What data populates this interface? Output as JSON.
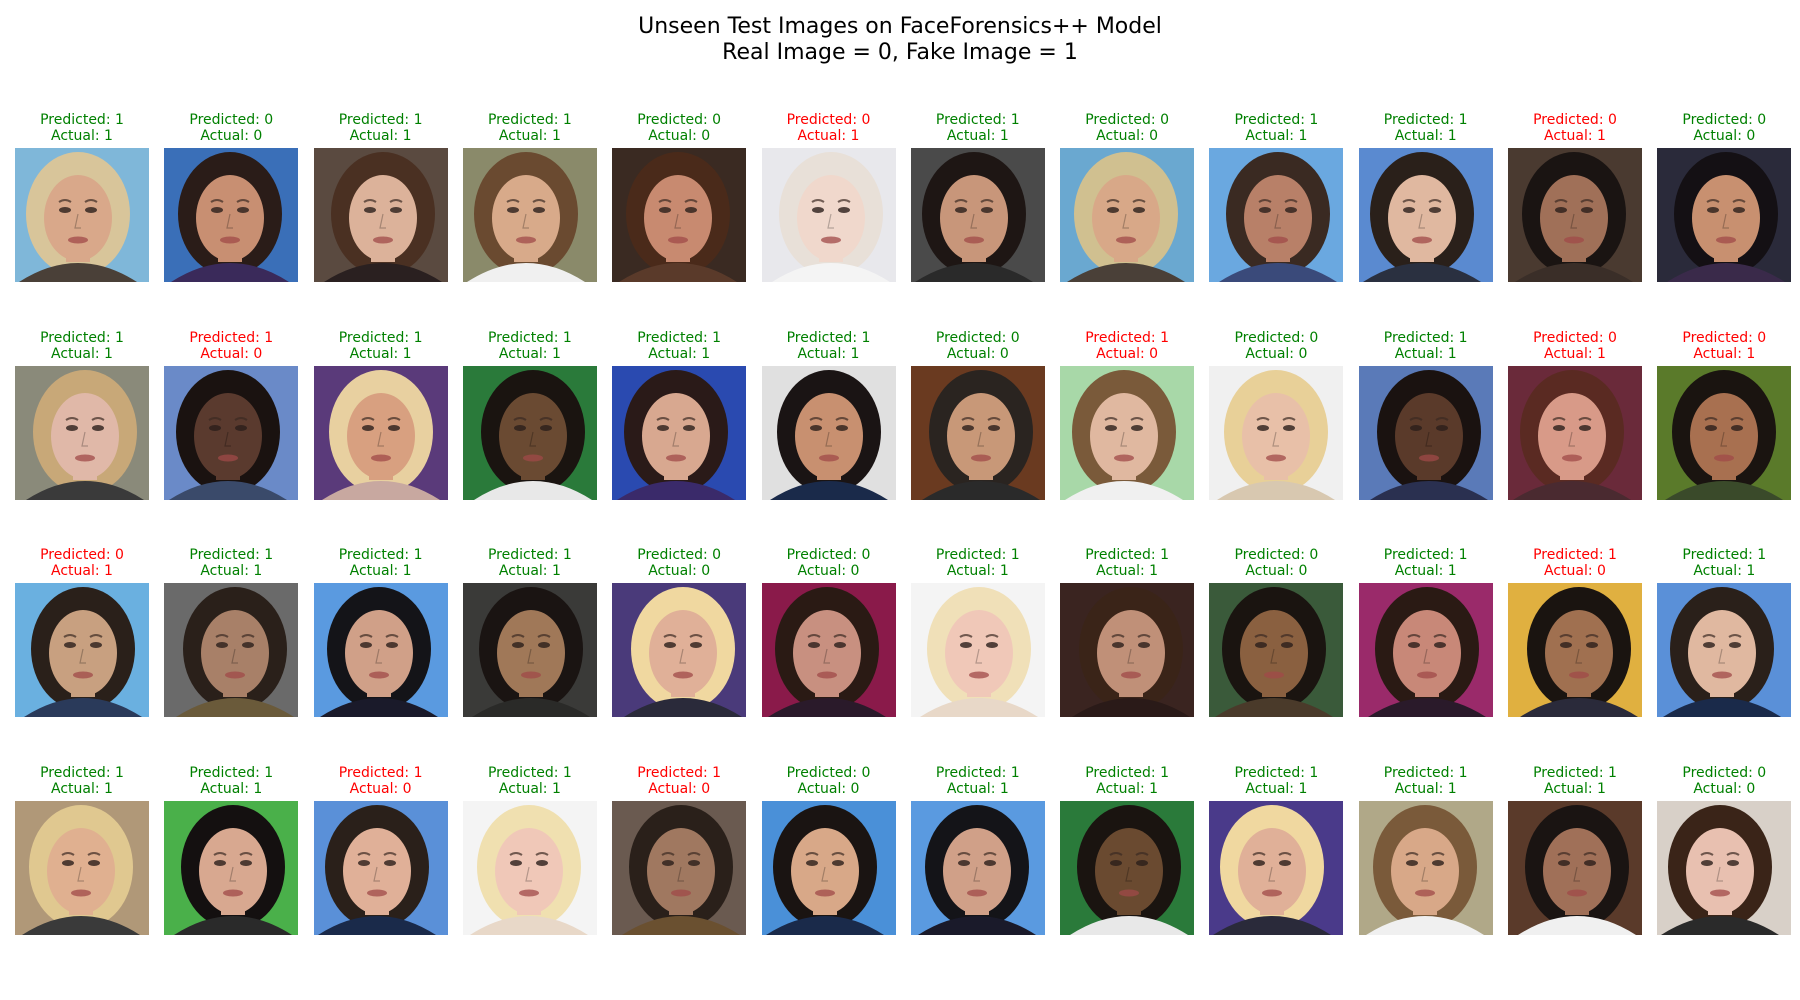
{
  "title": {
    "line1": "Unseen Test Images on FaceForensics++ Model",
    "line2": "Real Image = 0, Fake Image = 1"
  },
  "colors": {
    "correct": "#008000",
    "incorrect": "#ff0000"
  },
  "rows": [
    [
      {
        "predicted": "Predicted: 1",
        "actual": "Actual: 1",
        "correct": true,
        "skin": "#d9a88a",
        "hair": "#d8c59a",
        "bg": "#7fb7d9",
        "cloth": "#4a4038"
      },
      {
        "predicted": "Predicted: 0",
        "actual": "Actual: 0",
        "correct": true,
        "skin": "#c88f72",
        "hair": "#2a1c18",
        "bg": "#3a6fb8",
        "cloth": "#3a2a5a"
      },
      {
        "predicted": "Predicted: 1",
        "actual": "Actual: 1",
        "correct": true,
        "skin": "#dcb29a",
        "hair": "#4a3022",
        "bg": "#5a4a40",
        "cloth": "#2a2020"
      },
      {
        "predicted": "Predicted: 1",
        "actual": "Actual: 1",
        "correct": true,
        "skin": "#d8aa8a",
        "hair": "#6a4a30",
        "bg": "#8a8a6a",
        "cloth": "#f0f0f0"
      },
      {
        "predicted": "Predicted: 0",
        "actual": "Actual: 0",
        "correct": true,
        "skin": "#c88a70",
        "hair": "#4a2a1a",
        "bg": "#3a2a22",
        "cloth": "#5a3a2a"
      },
      {
        "predicted": "Predicted: 0",
        "actual": "Actual: 1",
        "correct": false,
        "skin": "#f0d8cc",
        "hair": "#e8e0d8",
        "bg": "#e8e8ec",
        "cloth": "#f4f4f4"
      },
      {
        "predicted": "Predicted: 1",
        "actual": "Actual: 1",
        "correct": true,
        "skin": "#c8967a",
        "hair": "#1e1614",
        "bg": "#4a4a4a",
        "cloth": "#2a2a2a"
      },
      {
        "predicted": "Predicted: 0",
        "actual": "Actual: 0",
        "correct": true,
        "skin": "#d8a888",
        "hair": "#d0c090",
        "bg": "#6aa8d0",
        "cloth": "#4a4038"
      },
      {
        "predicted": "Predicted: 1",
        "actual": "Actual: 1",
        "correct": true,
        "skin": "#b88068",
        "hair": "#3a2a22",
        "bg": "#6aa8e0",
        "cloth": "#3a4a7a"
      },
      {
        "predicted": "Predicted: 1",
        "actual": "Actual: 1",
        "correct": true,
        "skin": "#e0b8a0",
        "hair": "#2a201a",
        "bg": "#5a8ad0",
        "cloth": "#2a3040"
      },
      {
        "predicted": "Predicted: 0",
        "actual": "Actual: 1",
        "correct": false,
        "skin": "#a07058",
        "hair": "#1a1412",
        "bg": "#4a3a30",
        "cloth": "#3a2e28"
      },
      {
        "predicted": "Predicted: 0",
        "actual": "Actual: 0",
        "correct": true,
        "skin": "#c89070",
        "hair": "#141014",
        "bg": "#2a2a3a",
        "cloth": "#3a2a4a"
      }
    ],
    [
      {
        "predicted": "Predicted: 1",
        "actual": "Actual: 1",
        "correct": true,
        "skin": "#e0b8a8",
        "hair": "#c8a878",
        "bg": "#8a8a7a",
        "cloth": "#3a3a3a"
      },
      {
        "predicted": "Predicted: 1",
        "actual": "Actual: 0",
        "correct": false,
        "skin": "#5a3a2e",
        "hair": "#1a1210",
        "bg": "#6a8ac8",
        "cloth": "#3a4a6a"
      },
      {
        "predicted": "Predicted: 1",
        "actual": "Actual: 1",
        "correct": true,
        "skin": "#d8a080",
        "hair": "#e8d0a0",
        "bg": "#5a3a7a",
        "cloth": "#c8a8a0"
      },
      {
        "predicted": "Predicted: 1",
        "actual": "Actual: 1",
        "correct": true,
        "skin": "#6a4a32",
        "hair": "#1a1410",
        "bg": "#2a7a3a",
        "cloth": "#e8e8e8"
      },
      {
        "predicted": "Predicted: 1",
        "actual": "Actual: 1",
        "correct": true,
        "skin": "#d8a890",
        "hair": "#2a1a18",
        "bg": "#2a4ab0",
        "cloth": "#3a2a6a"
      },
      {
        "predicted": "Predicted: 1",
        "actual": "Actual: 1",
        "correct": true,
        "skin": "#c89070",
        "hair": "#1a1414",
        "bg": "#e0e0e0",
        "cloth": "#1a2a4a"
      },
      {
        "predicted": "Predicted: 0",
        "actual": "Actual: 0",
        "correct": true,
        "skin": "#c89878",
        "hair": "#2a2420",
        "bg": "#6a3a20",
        "cloth": "#2a2a2a"
      },
      {
        "predicted": "Predicted: 1",
        "actual": "Actual: 0",
        "correct": false,
        "skin": "#e0b8a0",
        "hair": "#7a5a3a",
        "bg": "#a8d8a8",
        "cloth": "#f0f0f0"
      },
      {
        "predicted": "Predicted: 0",
        "actual": "Actual: 0",
        "correct": true,
        "skin": "#e8c0a8",
        "hair": "#e8d098",
        "bg": "#f0f0f0",
        "cloth": "#d8c8b0"
      },
      {
        "predicted": "Predicted: 1",
        "actual": "Actual: 1",
        "correct": true,
        "skin": "#5a3a2a",
        "hair": "#1a1210",
        "bg": "#5a7ab8",
        "cloth": "#2a3050"
      },
      {
        "predicted": "Predicted: 0",
        "actual": "Actual: 1",
        "correct": false,
        "skin": "#d89a88",
        "hair": "#5a2a22",
        "bg": "#6a2a3a",
        "cloth": "#4a2a30"
      },
      {
        "predicted": "Predicted: 0",
        "actual": "Actual: 1",
        "correct": false,
        "skin": "#a87050",
        "hair": "#1a1410",
        "bg": "#5a7a2a",
        "cloth": "#3a4a2a"
      }
    ],
    [
      {
        "predicted": "Predicted: 0",
        "actual": "Actual: 1",
        "correct": false,
        "skin": "#c8a080",
        "hair": "#2a201a",
        "bg": "#6ab0e0",
        "cloth": "#2a3a5a"
      },
      {
        "predicted": "Predicted: 1",
        "actual": "Actual: 1",
        "correct": true,
        "skin": "#a88068",
        "hair": "#2a201a",
        "bg": "#6a6a6a",
        "cloth": "#6a5a3a"
      },
      {
        "predicted": "Predicted: 1",
        "actual": "Actual: 1",
        "correct": true,
        "skin": "#d0a088",
        "hair": "#141418",
        "bg": "#5a9ae0",
        "cloth": "#1a1a2a"
      },
      {
        "predicted": "Predicted: 1",
        "actual": "Actual: 1",
        "correct": true,
        "skin": "#a07858",
        "hair": "#1a1412",
        "bg": "#3a3a38",
        "cloth": "#2a2a28"
      },
      {
        "predicted": "Predicted: 0",
        "actual": "Actual: 0",
        "correct": true,
        "skin": "#e0b098",
        "hair": "#f0d8a0",
        "bg": "#4a3a7a",
        "cloth": "#2a2a3a"
      },
      {
        "predicted": "Predicted: 0",
        "actual": "Actual: 0",
        "correct": true,
        "skin": "#c89080",
        "hair": "#2a1a14",
        "bg": "#8a1a4a",
        "cloth": "#2a1a2a"
      },
      {
        "predicted": "Predicted: 1",
        "actual": "Actual: 1",
        "correct": true,
        "skin": "#f0c8b8",
        "hair": "#f0e0b8",
        "bg": "#f4f4f4",
        "cloth": "#e8d8c8"
      },
      {
        "predicted": "Predicted: 1",
        "actual": "Actual: 1",
        "correct": true,
        "skin": "#c09078",
        "hair": "#3a2418",
        "bg": "#3a2420",
        "cloth": "#2a1a18"
      },
      {
        "predicted": "Predicted: 0",
        "actual": "Actual: 0",
        "correct": true,
        "skin": "#8a6040",
        "hair": "#1a1410",
        "bg": "#3a5a3a",
        "cloth": "#4a3a2a"
      },
      {
        "predicted": "Predicted: 1",
        "actual": "Actual: 1",
        "correct": true,
        "skin": "#c88878",
        "hair": "#2a1a14",
        "bg": "#9a2a6a",
        "cloth": "#2a1a2a"
      },
      {
        "predicted": "Predicted: 1",
        "actual": "Actual: 0",
        "correct": false,
        "skin": "#a07050",
        "hair": "#1a1410",
        "bg": "#e0b040",
        "cloth": "#2a2a3a"
      },
      {
        "predicted": "Predicted: 1",
        "actual": "Actual: 1",
        "correct": true,
        "skin": "#e0b8a0",
        "hair": "#2a201a",
        "bg": "#5a90d8",
        "cloth": "#1a2a4a"
      }
    ],
    [
      {
        "predicted": "Predicted: 1",
        "actual": "Actual: 1",
        "correct": true,
        "skin": "#e0b090",
        "hair": "#e0c890",
        "bg": "#b09878",
        "cloth": "#3a3a3a"
      },
      {
        "predicted": "Predicted: 1",
        "actual": "Actual: 1",
        "correct": true,
        "skin": "#d8a890",
        "hair": "#141010",
        "bg": "#4ab04a",
        "cloth": "#2a2a2a"
      },
      {
        "predicted": "Predicted: 1",
        "actual": "Actual: 0",
        "correct": false,
        "skin": "#e0b098",
        "hair": "#2a201a",
        "bg": "#5a90d8",
        "cloth": "#1a2a4a"
      },
      {
        "predicted": "Predicted: 1",
        "actual": "Actual: 1",
        "correct": true,
        "skin": "#f0c8b8",
        "hair": "#f0e0b0",
        "bg": "#f4f4f4",
        "cloth": "#e8d8c8"
      },
      {
        "predicted": "Predicted: 1",
        "actual": "Actual: 0",
        "correct": false,
        "skin": "#a07860",
        "hair": "#2a201a",
        "bg": "#6a5a50",
        "cloth": "#6a5030"
      },
      {
        "predicted": "Predicted: 0",
        "actual": "Actual: 0",
        "correct": true,
        "skin": "#d8a888",
        "hair": "#1a1412",
        "bg": "#4a90d8",
        "cloth": "#1a2a4a"
      },
      {
        "predicted": "Predicted: 1",
        "actual": "Actual: 1",
        "correct": true,
        "skin": "#d0a088",
        "hair": "#141418",
        "bg": "#5a9ae0",
        "cloth": "#1a1a2a"
      },
      {
        "predicted": "Predicted: 1",
        "actual": "Actual: 1",
        "correct": true,
        "skin": "#6a4a30",
        "hair": "#1a1410",
        "bg": "#2a7a3a",
        "cloth": "#e8e8e8"
      },
      {
        "predicted": "Predicted: 1",
        "actual": "Actual: 1",
        "correct": true,
        "skin": "#e0b098",
        "hair": "#f0d8a0",
        "bg": "#4a3a8a",
        "cloth": "#2a2a3a"
      },
      {
        "predicted": "Predicted: 1",
        "actual": "Actual: 1",
        "correct": true,
        "skin": "#d8a888",
        "hair": "#7a5a3a",
        "bg": "#b0a888",
        "cloth": "#f0f0f0"
      },
      {
        "predicted": "Predicted: 1",
        "actual": "Actual: 1",
        "correct": true,
        "skin": "#a07058",
        "hair": "#1a1412",
        "bg": "#5a3a2a",
        "cloth": "#f0f0f0"
      },
      {
        "predicted": "Predicted: 0",
        "actual": "Actual: 0",
        "correct": true,
        "skin": "#e8c0b0",
        "hair": "#3a2418",
        "bg": "#d8d0c8",
        "cloth": "#2a2a2a"
      }
    ]
  ]
}
